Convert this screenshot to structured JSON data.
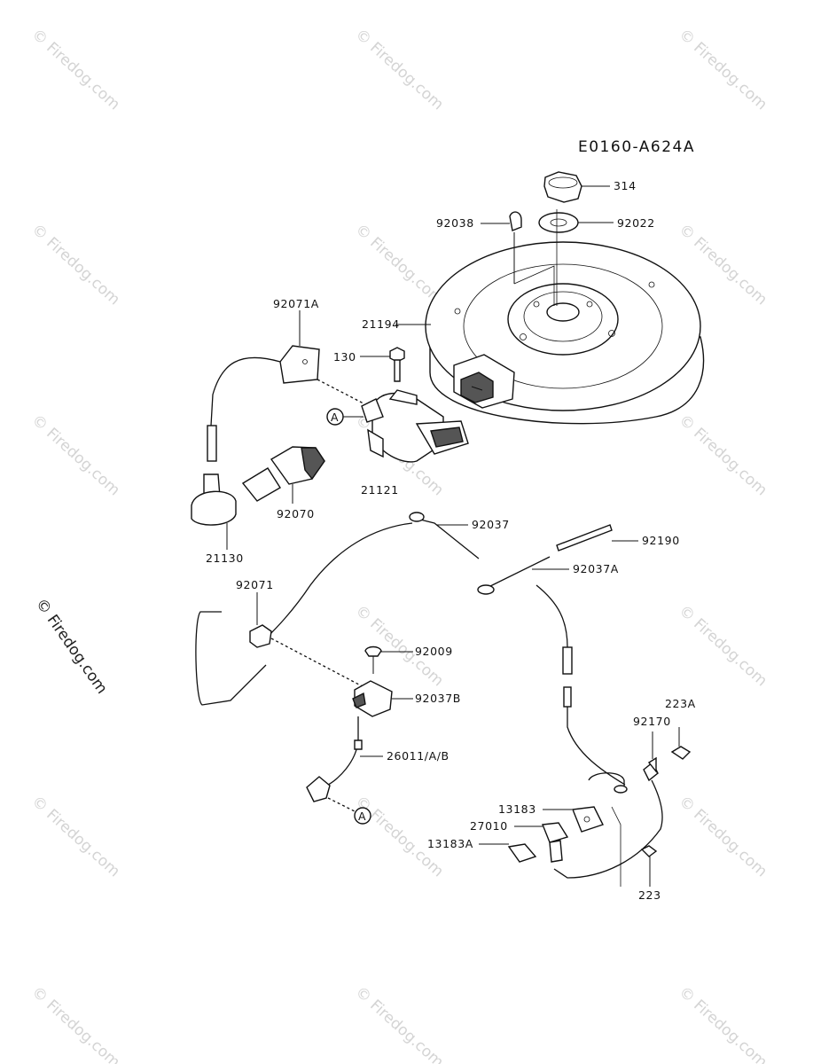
{
  "diagram_code": "E0160-A624A",
  "copyright": "© Firedog.com",
  "watermark": "© Firedog.com",
  "callout_marker": "A",
  "parts": {
    "p314": "314",
    "p92038": "92038",
    "p92022": "92022",
    "p92071A": "92071A",
    "p21194": "21194",
    "p130": "130",
    "p21121": "21121",
    "p92070": "92070",
    "p21130": "21130",
    "p92037": "92037",
    "p92190": "92190",
    "p92037A": "92037A",
    "p92071": "92071",
    "p92009": "92009",
    "p92037B": "92037B",
    "p26011": "26011/A/B",
    "p223A": "223A",
    "p92170": "92170",
    "p13183": "13183",
    "p27010": "27010",
    "p13183A": "13183A",
    "p223": "223"
  }
}
